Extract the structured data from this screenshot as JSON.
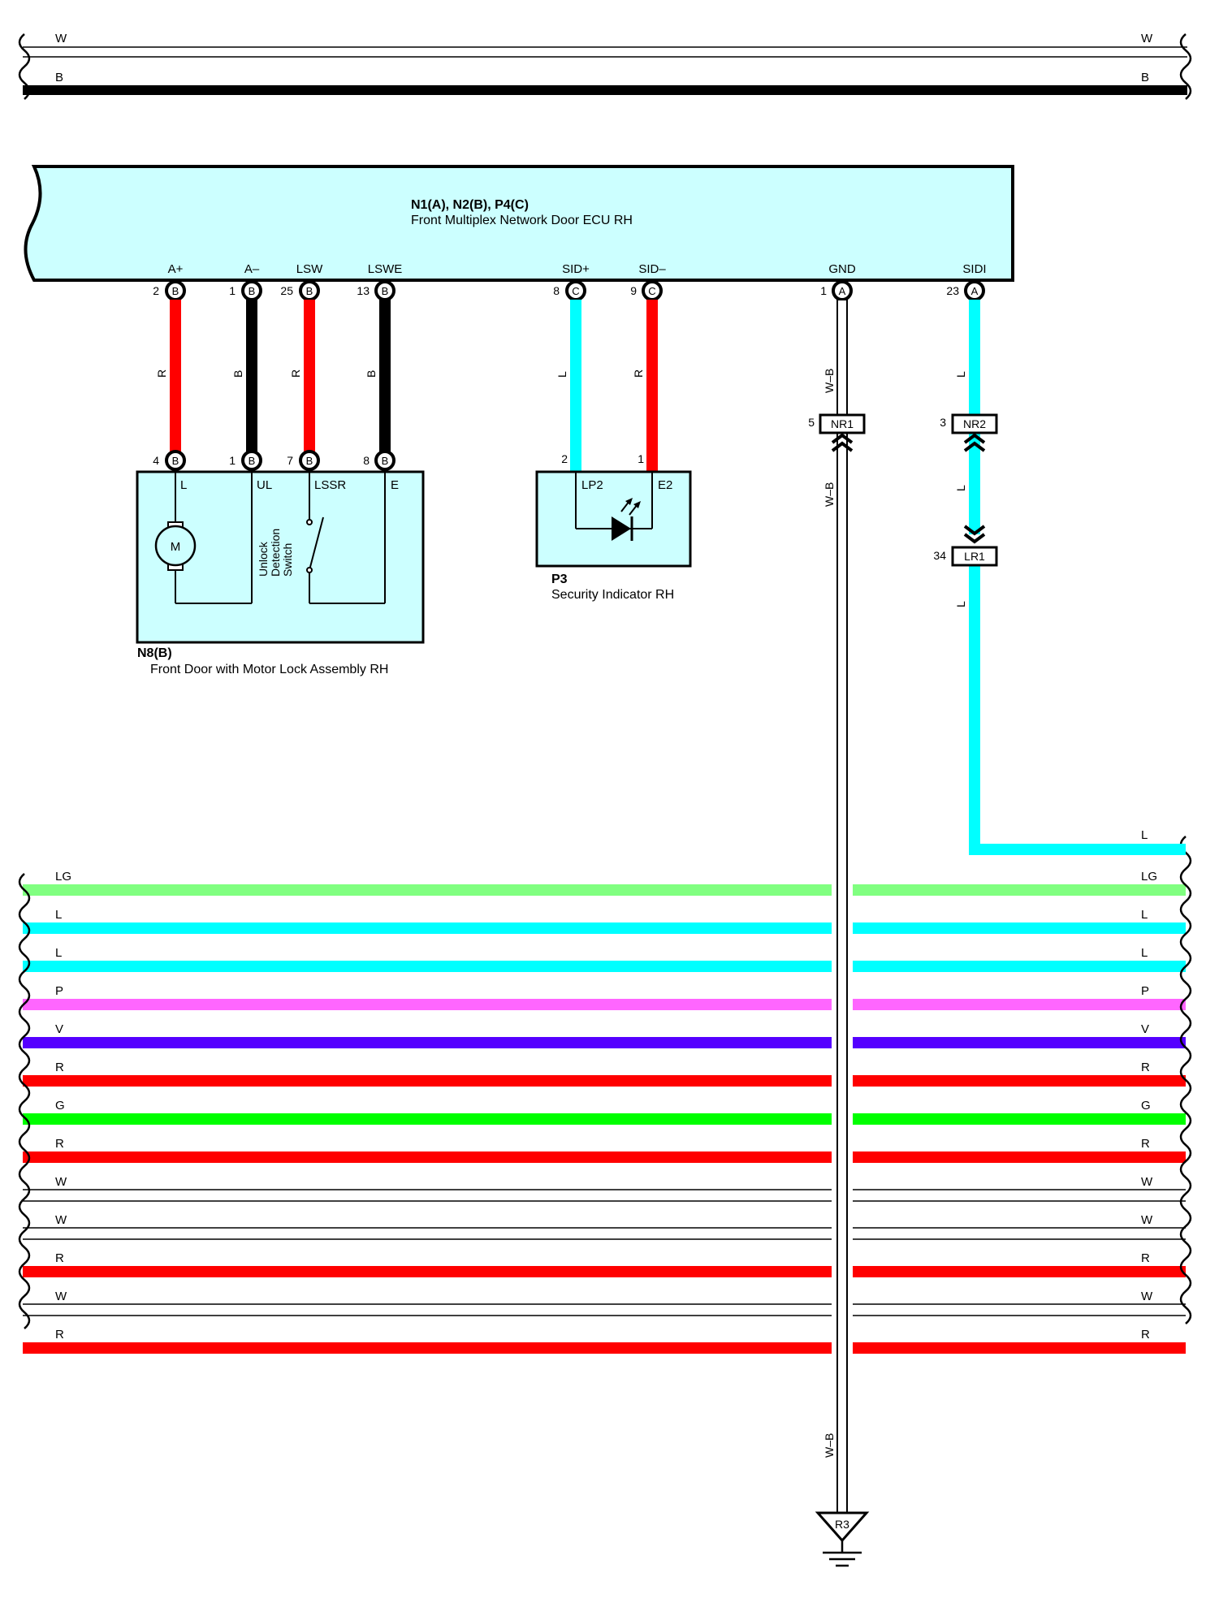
{
  "ecu": {
    "connectors": "N1(A), N2(B), P4(C)",
    "name": "Front Multiplex Network Door ECU RH",
    "color": "#ccffff",
    "terminals": [
      {
        "label": "A+",
        "pin": "2",
        "conn": "B"
      },
      {
        "label": "A–",
        "pin": "1",
        "conn": "B"
      },
      {
        "label": "LSW",
        "pin": "25",
        "conn": "B"
      },
      {
        "label": "LSWE",
        "pin": "13",
        "conn": "B"
      },
      {
        "label": "SID+",
        "pin": "8",
        "conn": "C"
      },
      {
        "label": "SID–",
        "pin": "9",
        "conn": "C"
      },
      {
        "label": "GND",
        "pin": "1",
        "conn": "A"
      },
      {
        "label": "SIDI",
        "pin": "23",
        "conn": "A"
      }
    ]
  },
  "wires": [
    {
      "color_code": "R",
      "hex": "#ff0000"
    },
    {
      "color_code": "B",
      "hex": "#000000"
    },
    {
      "color_code": "R",
      "hex": "#ff0000"
    },
    {
      "color_code": "B",
      "hex": "#000000"
    },
    {
      "color_code": "L",
      "hex": "#00ffff"
    },
    {
      "color_code": "R",
      "hex": "#ff0000"
    },
    {
      "color_code": "W–B",
      "hex": "#ffffff"
    },
    {
      "color_code": "L",
      "hex": "#00ffff"
    }
  ],
  "lock_assembly": {
    "connector": "N8(B)",
    "name": "Front Door with Motor Lock Assembly RH",
    "pins": [
      {
        "pin": "4",
        "conn": "B",
        "label": "L"
      },
      {
        "pin": "1",
        "conn": "B",
        "label": "UL"
      },
      {
        "pin": "7",
        "conn": "B",
        "label": "LSSR"
      },
      {
        "pin": "8",
        "conn": "B",
        "label": "E"
      }
    ],
    "motor": "M",
    "switch_label": [
      "Unlock",
      "Detection",
      "Switch"
    ]
  },
  "indicator": {
    "connector": "P3",
    "name": "Security Indicator RH",
    "pins": [
      {
        "pin": "2",
        "label": "LP2"
      },
      {
        "pin": "1",
        "label": "E2"
      }
    ]
  },
  "junctions": {
    "nr1": {
      "pin": "5",
      "label": "NR1"
    },
    "nr2": {
      "pin": "3",
      "label": "NR2"
    },
    "lr1": {
      "pin": "34",
      "label": "LR1"
    }
  },
  "ground": {
    "label": "R3",
    "wire": "W–B"
  },
  "sidi_wire": {
    "below_nr2": "L",
    "below_lr1": "L",
    "exit": "L"
  },
  "top_bus": [
    {
      "code": "W",
      "hex": "#ffffff"
    },
    {
      "code": "B",
      "hex": "#000000"
    }
  ],
  "bottom_bus": [
    {
      "code": "LG",
      "hex": "#80ff80"
    },
    {
      "code": "L",
      "hex": "#00ffff"
    },
    {
      "code": "L",
      "hex": "#00ffff"
    },
    {
      "code": "P",
      "hex": "#ff66ff"
    },
    {
      "code": "V",
      "hex": "#5500ff"
    },
    {
      "code": "R",
      "hex": "#ff0000"
    },
    {
      "code": "G",
      "hex": "#00ff00"
    },
    {
      "code": "R",
      "hex": "#ff0000"
    },
    {
      "code": "W",
      "hex": "#ffffff"
    },
    {
      "code": "W",
      "hex": "#ffffff"
    },
    {
      "code": "R",
      "hex": "#ff0000"
    },
    {
      "code": "W",
      "hex": "#ffffff"
    },
    {
      "code": "R",
      "hex": "#ff0000"
    }
  ]
}
